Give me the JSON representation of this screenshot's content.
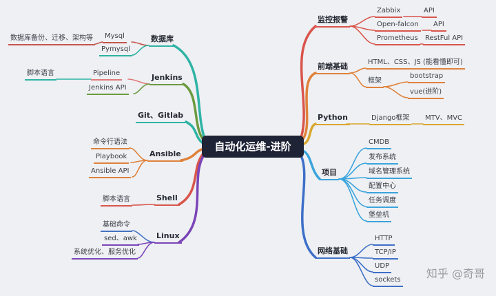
{
  "background": "#eef0f3",
  "center": {
    "label": "自动化运维-进阶",
    "bg": "#1f2336",
    "text_color": "#ffffff"
  },
  "watermark": {
    "label": "知乎 @奇哥",
    "color": "#9c9ca4"
  },
  "colors": {
    "red": "#d9544a",
    "orange": "#e0813a",
    "yellow": "#d9a62e",
    "cyan": "#3aa4dc",
    "blue": "#3d6fc8",
    "teal": "#2eb3a4",
    "green": "#6b9a40",
    "purple": "#7b44b8",
    "salmon": "#e07a7a",
    "maroon": "#c6554e",
    "steelblue": "#4472c4"
  },
  "right": {
    "monitoring": {
      "label": "监控报警",
      "zabbix": "Zabbix",
      "zabbix_api": "API",
      "open_falcon": "Open-falcon",
      "open_falcon_api": "API",
      "prometheus": "Prometheus",
      "prometheus_api": "RestFul API"
    },
    "frontend": {
      "label": "前端基础",
      "html": "HTML、CSS、JS (能看懂即可)",
      "framework": "框架",
      "bootstrap": "bootstrap",
      "vue": "vue(进阶)"
    },
    "python": {
      "label": "Python",
      "django": "Django框架",
      "mtv": "MTV、MVC"
    },
    "project": {
      "label": "项目",
      "cmdb": "CMDB",
      "release": "发布系统",
      "domain": "域名管理系统",
      "config": "配置中心",
      "scheduler": "任务调度",
      "bastion": "堡垒机"
    },
    "network": {
      "label": "网络基础",
      "http": "HTTP",
      "tcpip": "TCP/IP",
      "udp": "UDP",
      "sockets": "sockets"
    }
  },
  "left": {
    "database": {
      "label": "数据库",
      "mysql": "Mysql",
      "mysql_detail": "数据库备份、迁移、架构等",
      "pymysql": "Pymysql"
    },
    "jenkins": {
      "label": "Jenkins",
      "pipeline": "Pipeline",
      "script": "脚本语言",
      "api": "Jenkins API"
    },
    "git": {
      "label": "Git、Gitlab"
    },
    "ansible": {
      "label": "Ansible",
      "cli": "命令行语法",
      "playbook": "Playbook",
      "api": "Ansible API"
    },
    "shell": {
      "label": "Shell",
      "script": "脚本语言"
    },
    "linux": {
      "label": "Linux",
      "basic": "基础命令",
      "sed_awk": "sed、awk",
      "optimize": "系统优化、服务优化"
    }
  }
}
